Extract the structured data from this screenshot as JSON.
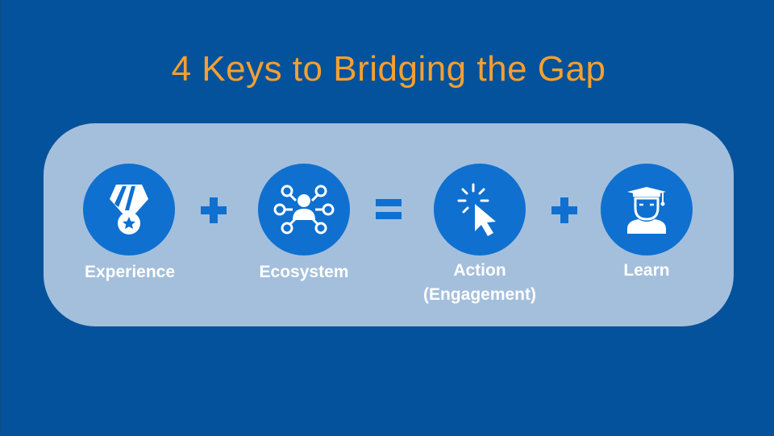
{
  "slide": {
    "title": "4 Keys to Bridging the Gap",
    "colors": {
      "background": "#05529c",
      "title": "#f5a030",
      "panel": "#a3bfdc",
      "icon_circle": "#0f70cf",
      "label": "#ffffff"
    },
    "keys": [
      {
        "label": "Experience",
        "icon": "medal-icon"
      },
      {
        "label": "Ecosystem",
        "icon": "network-people-icon"
      },
      {
        "label": "Action",
        "sublabel": "(Engagement)",
        "icon": "cursor-click-icon"
      },
      {
        "label": "Learn",
        "icon": "graduate-icon"
      }
    ],
    "operators": [
      "+",
      "=",
      "+"
    ]
  }
}
